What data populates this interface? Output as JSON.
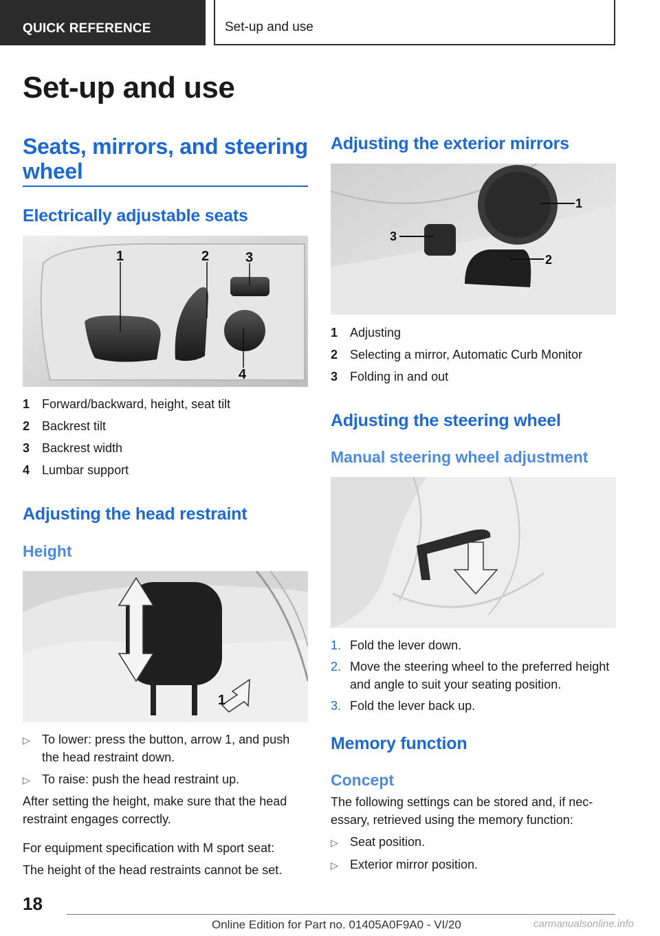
{
  "header": {
    "section": "QUICK REFERENCE",
    "chapter": "Set-up and use"
  },
  "page_title": "Set-up and use",
  "left": {
    "heading1": "Seats, mirrors, and steering wheel",
    "seats": {
      "heading": "Electrically adjustable seats",
      "callouts": [
        "1",
        "2",
        "3",
        "4"
      ],
      "legend": [
        {
          "num": "1",
          "text": "Forward/backward, height, seat tilt"
        },
        {
          "num": "2",
          "text": "Backrest tilt"
        },
        {
          "num": "3",
          "text": "Backrest width"
        },
        {
          "num": "4",
          "text": "Lumbar support"
        }
      ]
    },
    "head_restraint": {
      "heading": "Adjusting the head restraint",
      "subheading": "Height",
      "callout": "1",
      "bullets": [
        "To lower: press the button, arrow 1, and push the head restraint down.",
        "To raise: push the head restraint up."
      ],
      "paragraphs": [
        "After setting the height, make sure that the head restraint engages correctly.",
        "For equipment specification with M sport seat:",
        "The height of the head restraints cannot be set."
      ]
    }
  },
  "right": {
    "mirrors": {
      "heading": "Adjusting the exterior mirrors",
      "callouts": [
        "1",
        "2",
        "3"
      ],
      "legend": [
        {
          "num": "1",
          "text": "Adjusting"
        },
        {
          "num": "2",
          "text": "Selecting a mirror, Automatic Curb Monitor"
        },
        {
          "num": "3",
          "text": "Folding in and out"
        }
      ]
    },
    "steering": {
      "heading": "Adjusting the steering wheel",
      "subheading": "Manual steering wheel adjustment",
      "steps": [
        {
          "num": "1.",
          "text": "Fold the lever down."
        },
        {
          "num": "2.",
          "text": "Move the steering wheel to the preferred height and angle to suit your seating position."
        },
        {
          "num": "3.",
          "text": "Fold the lever back up."
        }
      ]
    },
    "memory": {
      "heading": "Memory function",
      "subheading": "Concept",
      "intro": "The following settings can be stored and, if nec‐essary, retrieved using the memory function:",
      "bullets": [
        "Seat position.",
        "Exterior mirror position."
      ]
    }
  },
  "footer": {
    "page_number": "18",
    "edition": "Online Edition for Part no. 01405A0F9A0 - VI/20",
    "watermark": "carmanualsonline.info"
  },
  "icons": {
    "bullet": "▷"
  }
}
